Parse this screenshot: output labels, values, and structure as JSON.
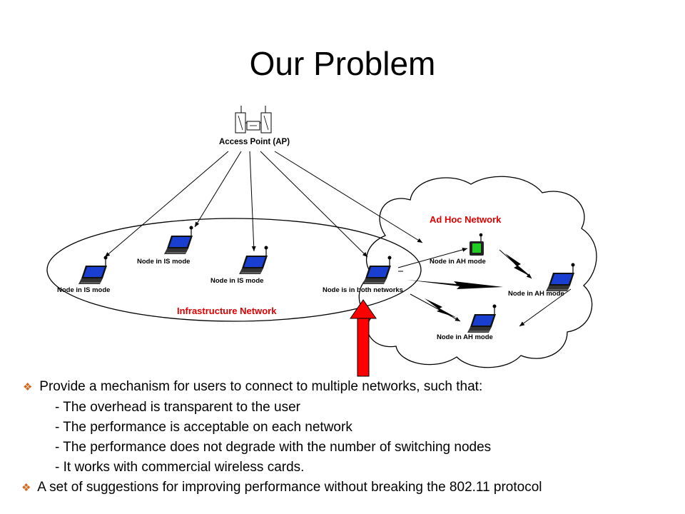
{
  "slide": {
    "title": "Our Problem"
  },
  "diagram": {
    "ap_label": "Access Point (AP)",
    "infrastructure_label": "Infrastructure Network",
    "adhoc_label": "Ad Hoc Network",
    "nodes": {
      "is_left": "Node in IS mode",
      "is_top": "Node in IS mode",
      "is_mid": "Node in IS mode",
      "both": "Node is in both networks",
      "ah_top": "Node in AH mode",
      "ah_right": "Node in AH mode",
      "ah_bottom": "Node in AH mode"
    },
    "colors": {
      "network_label": "#e00000",
      "arrow": "#ff0000",
      "laptop_screen": "#1a3fd0",
      "pda_screen": "#22cc22"
    }
  },
  "bullets": [
    {
      "text": "Provide a mechanism for users to connect to multiple networks, such that:",
      "sub": [
        "- The overhead is transparent to the user",
        "- The performance is acceptable on each network",
        "- The performance does not degrade with the number of switching nodes",
        "- It works with commercial wireless cards."
      ]
    },
    {
      "text": "A set of suggestions for improving performance without breaking the 802.11 protocol",
      "sub": []
    }
  ]
}
